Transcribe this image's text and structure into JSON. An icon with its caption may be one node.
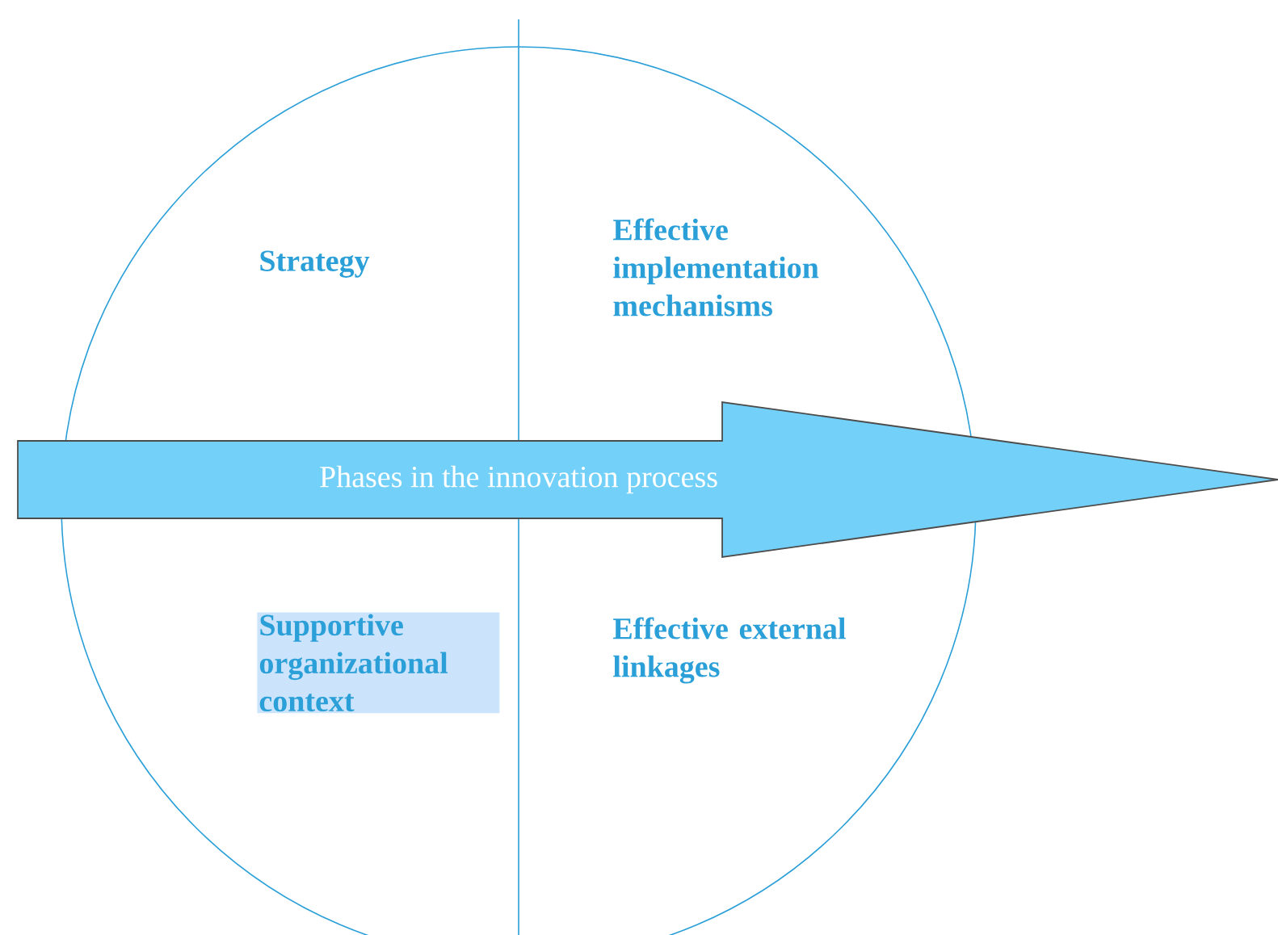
{
  "diagram": {
    "nodes": [
      {
        "text": [],
        "shape": "circle"
      },
      {
        "text": [
          "Strategy"
        ],
        "in": 0
      },
      {
        "text": [
          "Effective implementation mechanisms"
        ],
        "in": 0
      },
      {
        "text": [
          "Supportive organizational context"
        ],
        "in": 0
      },
      {
        "text": [
          "Effective external linkages"
        ],
        "in": 0
      },
      {
        "text": [
          "Phases in the innovation process"
        ]
      }
    ]
  }
}
